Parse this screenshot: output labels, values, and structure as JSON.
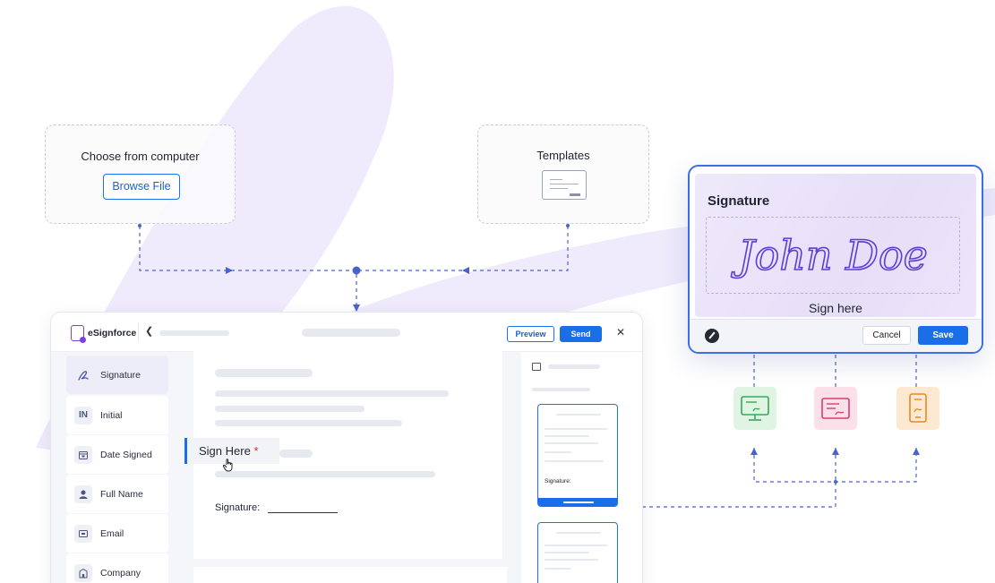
{
  "upload": {
    "choose_label": "Choose from computer",
    "browse_label": "Browse File",
    "templates_label": "Templates"
  },
  "editor": {
    "brand": "eSignforce",
    "preview_label": "Preview",
    "send_label": "Send",
    "fields": [
      {
        "label": "Signature",
        "icon": "pen-signature-icon",
        "icon_text": ""
      },
      {
        "label": "Initial",
        "icon": "initial-icon",
        "icon_text": "IN"
      },
      {
        "label": "Date Signed",
        "icon": "calendar-icon",
        "icon_text": ""
      },
      {
        "label": "Full Name",
        "icon": "person-icon",
        "icon_text": ""
      },
      {
        "label": "Email",
        "icon": "email-icon",
        "icon_text": ""
      },
      {
        "label": "Company",
        "icon": "building-icon",
        "icon_text": ""
      }
    ],
    "doc_signature_label": "Signature:",
    "thumb_signature_label": "Signature:",
    "sign_here_label": "Sign Here",
    "required_mark": "*"
  },
  "signature_modal": {
    "title": "Signature",
    "signature_text": "John Doe",
    "sign_here": "Sign here",
    "cancel_label": "Cancel",
    "save_label": "Save"
  },
  "devices": [
    {
      "name": "desktop-icon",
      "color": "#3aa65a"
    },
    {
      "name": "laptop-certificate-icon",
      "color": "#d63d73"
    },
    {
      "name": "mobile-icon",
      "color": "#e58a1f"
    }
  ],
  "colors": {
    "accent": "#1a6ee8",
    "brand_purple": "#7b3fe4",
    "connector": "#4a63c9"
  }
}
